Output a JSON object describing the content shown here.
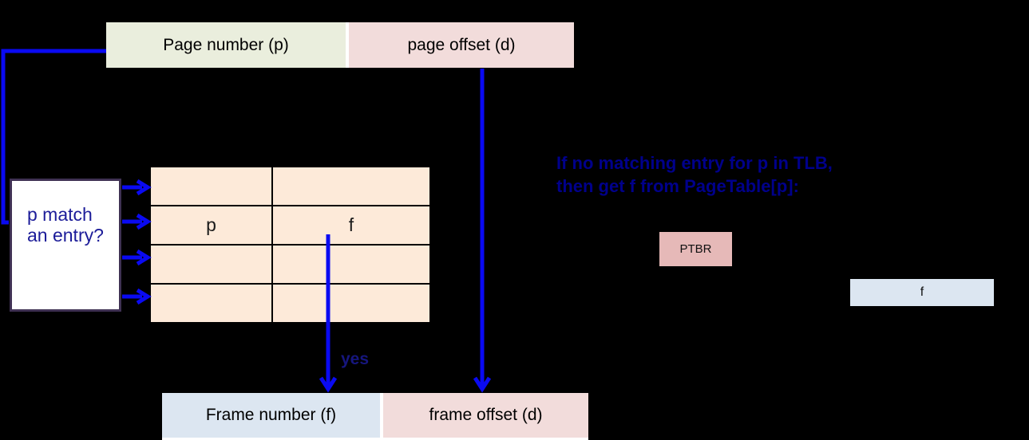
{
  "colors": {
    "background": "#000000",
    "arrow_blue": "#0a0af2",
    "page_number_fill": "#eaeedd",
    "page_offset_fill": "#f2dcdb",
    "tlb_fill": "#fdead9",
    "ptbr_fill": "#e6b9b8",
    "frame_fill": "#dce6f1",
    "match_box_border": "#3f3153",
    "match_text_color": "#1c1c99",
    "note_text_color": "#00008b"
  },
  "virtual_address": {
    "page_number_label": "Page number (p)",
    "page_offset_label": "page offset (d)"
  },
  "tlb_match_question": {
    "line1": "p match",
    "line2": "an entry?"
  },
  "tlb_table": {
    "rows": 4,
    "columns": 2,
    "p_label": "p",
    "f_label": "f"
  },
  "hit_label": "yes",
  "tlb_miss_note": {
    "line1": "If no matching entry for p in TLB,",
    "line2": "then get f from PageTable[p]:"
  },
  "ptbr_label": "PTBR",
  "page_table_frame_label": "f",
  "physical_address": {
    "frame_number_label": "Frame number (f)",
    "frame_offset_label": "frame offset (d)"
  }
}
